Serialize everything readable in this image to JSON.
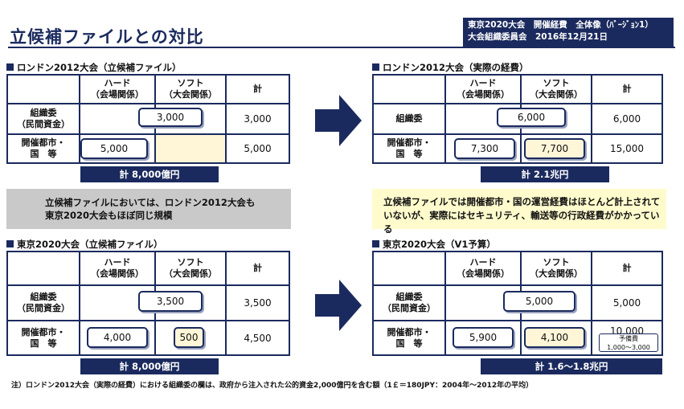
{
  "title": "立候補ファイルとの対比",
  "info": {
    "line1": "東京2020大会　開催経費　全体像（ﾊﾞｰｼﾞｮﾝ1）",
    "line2": "大会組織委員会　2016年12月21日"
  },
  "headers": {
    "hard": "ハード\n（会場関係）",
    "soft": "ソフト\n（大会関係）",
    "total": "計"
  },
  "tables": {
    "london_bid": {
      "heading": "ロンドン2012大会（立候補ファイル）",
      "rows": [
        {
          "label": "組織委\n（民間資金）",
          "hard": "",
          "soft": "",
          "span": "3,000",
          "total": "3,000"
        },
        {
          "label": "開催都市・\n国　等",
          "hard": "5,000",
          "soft": "",
          "total": "5,000"
        }
      ],
      "grand_total": "計 8,000億円"
    },
    "london_actual": {
      "heading": "ロンドン2012大会（実際の経費）",
      "rows": [
        {
          "label": "組織委",
          "span": "6,000",
          "total": "6,000"
        },
        {
          "label": "開催都市・\n国　等",
          "hard": "7,300",
          "soft": "7,700",
          "total": "15,000"
        }
      ],
      "grand_total": "計 2.1兆円"
    },
    "tokyo_bid": {
      "heading": "東京2020大会（立候補ファイル）",
      "rows": [
        {
          "label": "組織委\n（民間資金）",
          "span": "3,500",
          "total": "3,500"
        },
        {
          "label": "開催都市・\n国　等",
          "hard": "4,000",
          "soft": "500",
          "total": "4,500"
        }
      ],
      "grand_total": "計 8,000億円"
    },
    "tokyo_v1": {
      "heading": "東京2020大会（V1予算）",
      "rows": [
        {
          "label": "組織委\n（民間資金）",
          "span": "5,000",
          "total": "5,000"
        },
        {
          "label": "開催都市・\n国　等",
          "hard": "5,900",
          "soft": "4,100",
          "total": "10,000"
        }
      ],
      "reserve": {
        "label": "予備費",
        "range": "1,000～3,000"
      },
      "grand_total": "計 1.6～1.8兆円"
    }
  },
  "notes": {
    "left": "立候補ファイルにおいては、ロンドン2012大会も\n東京2020大会もほぼ同じ規模",
    "right": "立候補ファイルでは開催都市・国の運営経費はほとんど計上されて\nいないが、実際にはセキュリティ、輸送等の行政経費がかかっている"
  },
  "footnote": "注）ロンドン2012大会（実際の経費）における組織委の欄は、政府から注入された公的資金2,000億円を含む額（1￡＝180JPY：2004年～2012年の平均）",
  "colors": {
    "navy": "#1b2a5e",
    "yellow": "#fff6d8",
    "gray": "#c9c9c9",
    "note_yellow": "#fffbcc"
  }
}
